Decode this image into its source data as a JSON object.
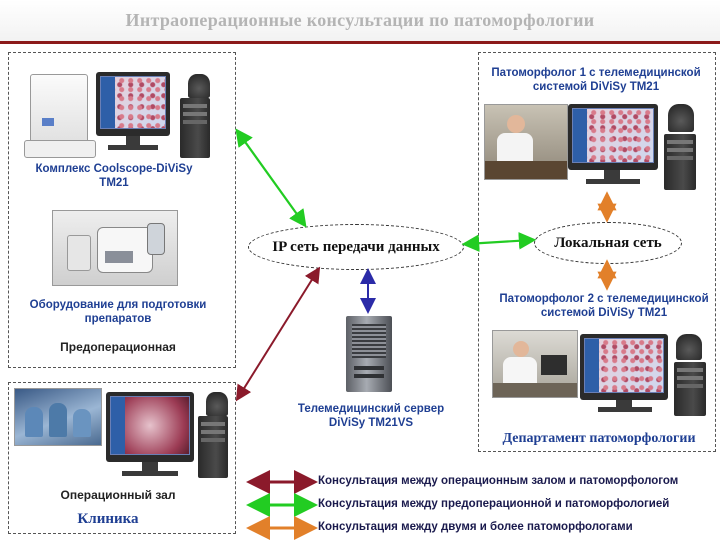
{
  "title": "Интраоперационные консультации по патоморфологии",
  "left_panel": {
    "coolscope_caption": "Комплекс Coolscope-DiViSy TM21",
    "equipment_caption": "Оборудование для подготовки препаратов",
    "preop_caption": "Предоперационная"
  },
  "operating_room": {
    "caption": "Операционный зал",
    "clinic_label": "Клиника"
  },
  "network": {
    "ip_label": "IP сеть передачи данных",
    "local_label": "Локальная сеть"
  },
  "server": {
    "caption": "Телемедицинский сервер DiViSy TM21VS"
  },
  "department": {
    "pathologist1_caption": "Патоморфолог 1 с телемедицинской системой DiViSy TM21",
    "pathologist2_caption": "Патоморфолог 2 с телемедицинской системой DiViSy TM21",
    "department_label": "Департамент патоморфологии"
  },
  "legend": [
    {
      "color": "#8b1a2b",
      "text": "Консультация между операционным залом и патоморфологом"
    },
    {
      "color": "#22cc22",
      "text": "Консультация между предоперационной и патоморфологией"
    },
    {
      "color": "#e2802a",
      "text": "Консультация между двумя и более патоморфологами"
    }
  ],
  "colors": {
    "title_rule": "#8b1a1a",
    "caption_blue": "#1f3f93",
    "ip_link": "#8b1a2b",
    "preop_link": "#22cc22",
    "pathologist_link": "#e2802a",
    "server_link": "#2b2ba8"
  }
}
